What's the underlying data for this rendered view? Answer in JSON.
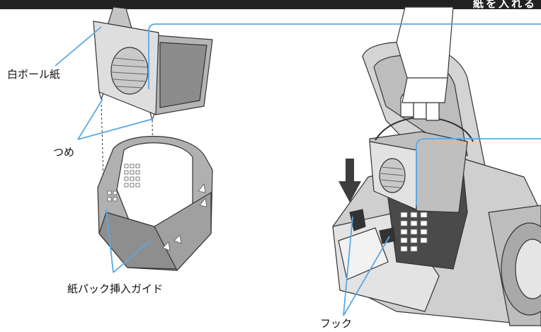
{
  "header": {
    "title": "紙を入れる"
  },
  "labels": {
    "white_cardboard": "白ボール紙",
    "tabs": "つめ",
    "paper_bag_guide": "紙パック挿入ガイド",
    "hooks": "フック"
  },
  "colors": {
    "accent_line": "#5aa9e6",
    "header_bg": "#222222",
    "part_gray": "#a8a8a8",
    "body_gray": "#d2d2d2",
    "dark_gray": "#4a4a4a"
  },
  "icons": [
    "down-arrow-icon"
  ]
}
